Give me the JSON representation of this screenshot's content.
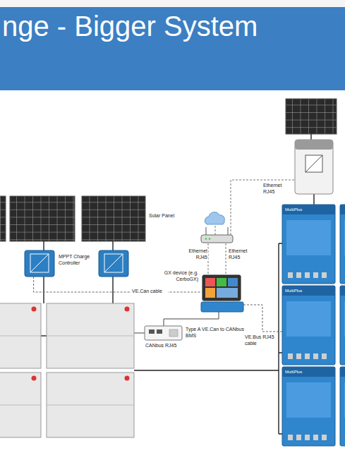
{
  "diagram": {
    "title": "nge - Bigger System",
    "nodes": [
      {
        "text": [
          "MPPT Charge Controller"
        ]
      },
      {
        "text": [
          "GX device (e.g. CerboGX)"
        ]
      },
      {
        "text": [
          "MultiPlus"
        ]
      },
      {
        "text": [
          "MultiPlus"
        ]
      },
      {
        "text": [
          "MultiPlus"
        ]
      }
    ],
    "edges": [
      {
        "from": 0,
        "to": 1,
        "label": "VE.Can cable",
        "arrow": "none"
      },
      {
        "from": 1,
        "to": 3,
        "label": "VE.Bus RJ45 cable",
        "arrow": "none"
      }
    ],
    "labels": [
      "Solar Panel",
      "Ethernet RJ45",
      "Ethernet RJ45",
      "Ethernet RJ45",
      "CANbus RJ45",
      "Type A VE.Can to CANbus BMS"
    ]
  }
}
